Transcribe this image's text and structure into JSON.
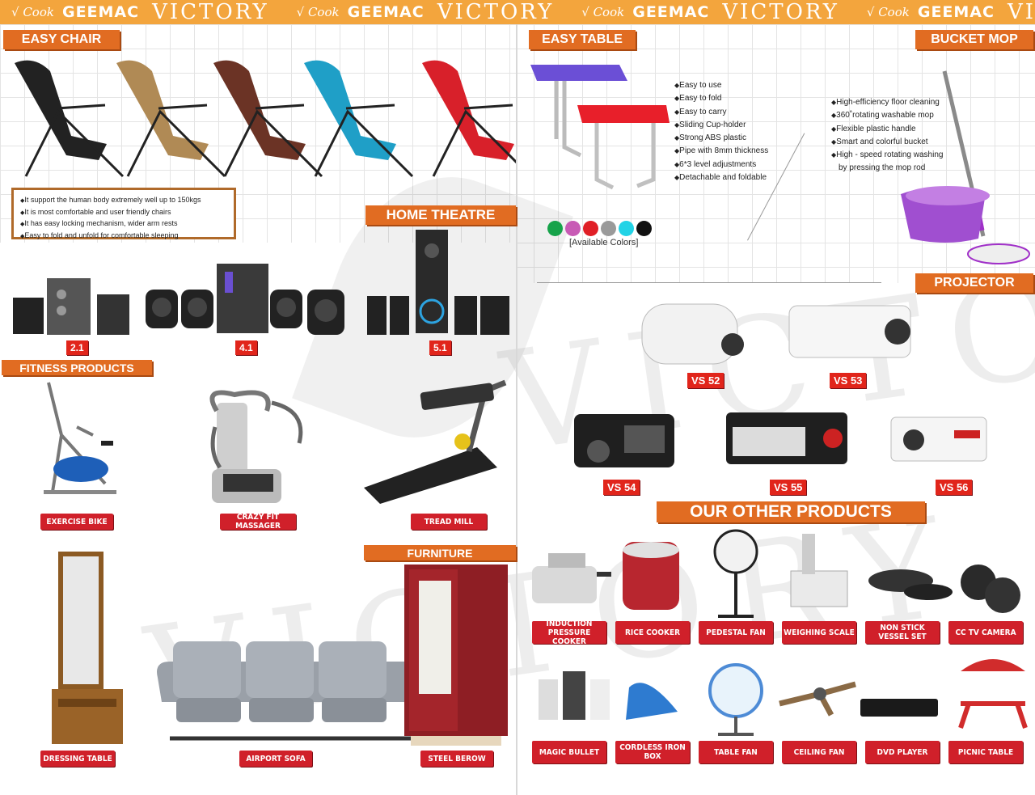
{
  "banner": {
    "cook": "√ Cook",
    "geemac": "GEEMAC",
    "victory": "VICTORY",
    "victory_cut": "VICTO"
  },
  "watermark": {
    "text": "VICTORY"
  },
  "easy_chair": {
    "title": "EASY CHAIR",
    "bullets": [
      "It support the human body extremely well up to 150kgs",
      "It is most comfortable and user friendly chairs",
      "It has easy locking mechanism, wider arm rests",
      "Easy to fold and unfold for comfortable sleeping"
    ],
    "colors": [
      "#222222",
      "#b08a55",
      "#6b3325",
      "#1f9fc7",
      "#d8202a"
    ]
  },
  "home_theatre": {
    "title": "HOME THEATRE",
    "labels": [
      "2.1",
      "4.1",
      "5.1"
    ]
  },
  "fitness": {
    "title": "FITNESS PRODUCTS",
    "items": [
      "EXERCISE BIKE",
      "CRAZY FIT MASSAGER",
      "TREAD MILL"
    ]
  },
  "furniture": {
    "title": "FURNITURE",
    "items": [
      "DRESSING TABLE",
      "AIRPORT SOFA",
      "STEEL BEROW"
    ]
  },
  "easy_table": {
    "title": "EASY TABLE",
    "features": [
      "Easy to use",
      "Easy to fold",
      "Easy to carry",
      "Sliding Cup-holder",
      "Strong ABS plastic",
      "Pipe with 8mm thickness",
      "6*3 level adjustments",
      "Detachable and foldable"
    ],
    "available_colors": "[Available Colors]",
    "colors": [
      "#16a34a",
      "#c85ab5",
      "#e01f26",
      "#9a9a9a",
      "#22d3e6",
      "#111111"
    ]
  },
  "bucket_mop": {
    "title": "BUCKET MOP",
    "features": [
      "High-efficiency floor cleaning",
      "360˚rotating washable mop",
      "Flexible plastic handle",
      "Smart and colorful bucket",
      "High - speed rotating washing",
      "by pressing the mop rod"
    ]
  },
  "projector": {
    "title": "PROJECTOR",
    "models": [
      "VS 52",
      "VS 53",
      "VS 54",
      "VS 55",
      "VS 56"
    ]
  },
  "other_products": {
    "title": "OUR OTHER PRODUCTS",
    "row1": [
      "INDUCTION PRESSURE COOKER",
      "RICE COOKER",
      "PEDESTAL FAN",
      "WEIGHING SCALE",
      "NON STICK VESSEL SET",
      "CC TV CAMERA"
    ],
    "row2": [
      "MAGIC BULLET",
      "CORDLESS IRON BOX",
      "TABLE FAN",
      "CEILING FAN",
      "DVD PLAYER",
      "PICNIC TABLE"
    ]
  }
}
